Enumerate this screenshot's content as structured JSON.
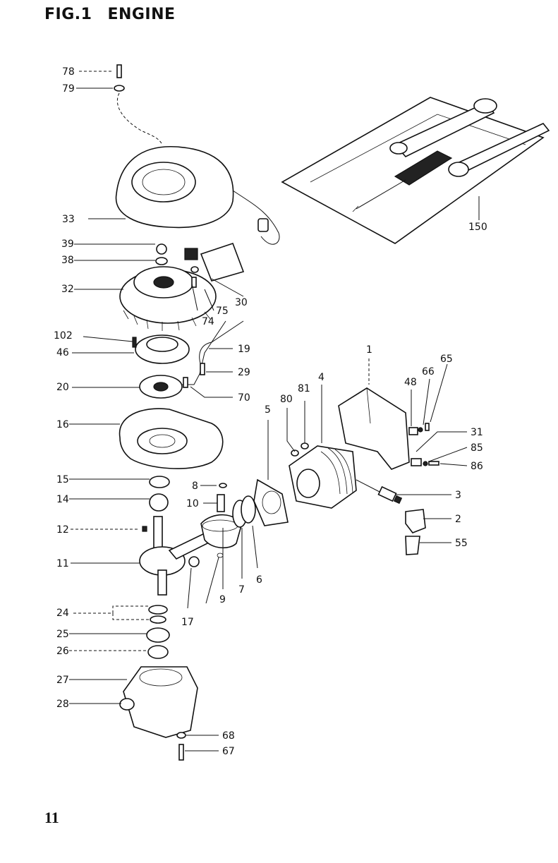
{
  "header": {
    "fig": "FIG.1",
    "title": "ENGINE"
  },
  "page_number": "11",
  "parts": [
    "78",
    "79",
    "33",
    "39",
    "38",
    "32",
    "102",
    "46",
    "20",
    "16",
    "15",
    "14",
    "12",
    "11",
    "24",
    "25",
    "26",
    "27",
    "28",
    "75",
    "30",
    "74",
    "19",
    "29",
    "70",
    "8",
    "10",
    "17",
    "9",
    "7",
    "6",
    "5",
    "80",
    "81",
    "4",
    "1",
    "48",
    "66",
    "65",
    "31",
    "85",
    "86",
    "3",
    "2",
    "55",
    "68",
    "67",
    "150"
  ],
  "icons": [
    "recoil-starter",
    "flywheel",
    "ignition-coil",
    "stator-plate",
    "crankcase-cover",
    "crankshaft",
    "piston",
    "cylinder",
    "cylinder-cover",
    "spark-plug",
    "plug-cap",
    "tool-kit"
  ]
}
